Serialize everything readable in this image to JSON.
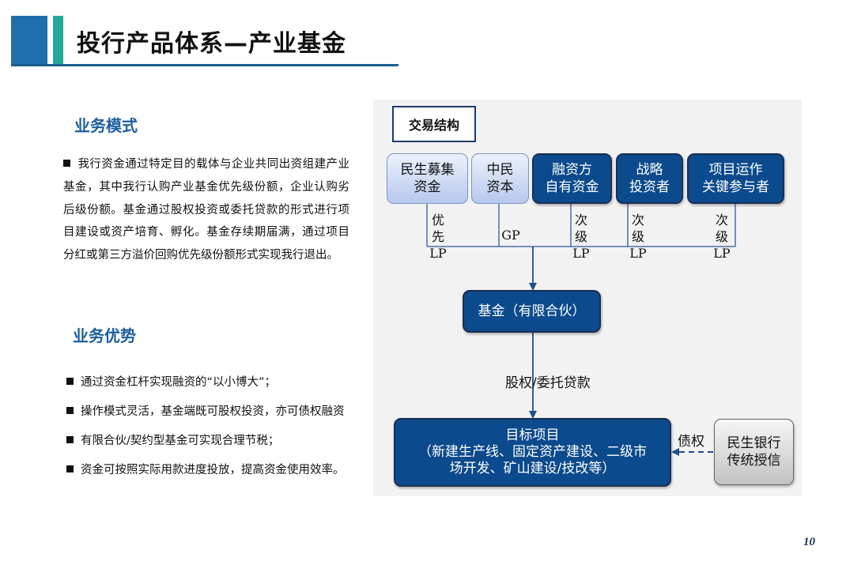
{
  "header": {
    "title": "投行产品体系—产业基金"
  },
  "business_model": {
    "heading": "业务模式",
    "description": "我行资金通过特定目的载体与企业共同出资组建产业基金，其中我行认购产业基金优先级份额，企业认购劣后级份额。基金通过股权投资或委托贷款的形式进行项目建设或资产培育、孵化。基金存续期届满，通过项目分红或第三方溢价回购优先级份额形式实现我行退出。"
  },
  "advantages": {
    "heading": "业务优势",
    "items": [
      "通过资金杠杆实现融资的“以小博大”；",
      "操作模式灵活，基金端既可股权投资，亦可债权融资",
      "有限合伙/契约型基金可实现合理节税；",
      "资金可按照实际用款进度投放，提高资金使用效率。"
    ]
  },
  "diagram": {
    "title": "交易结构",
    "sources": [
      {
        "line1": "民生募集",
        "line2": "资金",
        "role": [
          "优",
          "先",
          "LP"
        ]
      },
      {
        "line1": "中民",
        "line2": "资本",
        "role": [
          "GP"
        ]
      },
      {
        "line1": "融资方",
        "line2": "自有资金",
        "role": [
          "次",
          "级",
          "LP"
        ]
      },
      {
        "line1": "战略",
        "line2": "投资者",
        "role": [
          "次",
          "级",
          "LP"
        ]
      },
      {
        "line1": "项目运作",
        "line2": "关键参与者",
        "role": [
          "次",
          "级",
          "LP"
        ]
      }
    ],
    "fund": "基金（有限合伙）",
    "equity_label": "股权/委托贷款",
    "target": {
      "line1": "目标项目",
      "line2": "（新建生产线、固定资产建设、二级市",
      "line3": "场开发、矿山建设/技改等）"
    },
    "debt_label": "债权",
    "bank": {
      "line1": "民生银行",
      "line2": "传统授信"
    }
  },
  "page_number": "10",
  "colors": {
    "accent_blue": "#1f6fae",
    "accent_teal": "#26a69a",
    "box_dark": "#0b4a8c",
    "heading_blue": "#1e5fa1"
  }
}
